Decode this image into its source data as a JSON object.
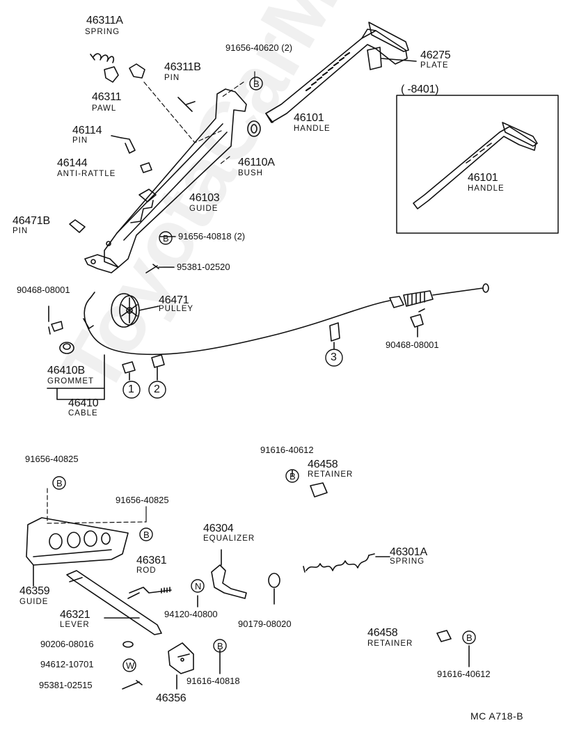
{
  "watermark": "ToyotaCarMine.ru",
  "footer_code": "MC  A718-B",
  "inset": {
    "range": "(      -8401)",
    "part_no": "46101",
    "part_name": "HANDLE"
  },
  "callouts": {
    "one": "1",
    "two": "2",
    "three": "3",
    "b": "B",
    "n": "N",
    "w": "W"
  },
  "parts": {
    "p46311A": {
      "no": "46311A",
      "name": "SPRING"
    },
    "p46311": {
      "no": "46311",
      "name": "PAWL"
    },
    "p46311B": {
      "no": "46311B",
      "name": "PIN"
    },
    "p91656_40620": {
      "no": "91656-40620 (2)"
    },
    "p46275": {
      "no": "46275",
      "name": "PLATE"
    },
    "p46101": {
      "no": "46101",
      "name": "HANDLE"
    },
    "p46114": {
      "no": "46114",
      "name": "PIN"
    },
    "p46144": {
      "no": "46144",
      "name": "ANTI-RATTLE"
    },
    "p46110A": {
      "no": "46110A",
      "name": "BUSH"
    },
    "p46103": {
      "no": "46103",
      "name": "GUIDE"
    },
    "p46471B": {
      "no": "46471B",
      "name": "PIN"
    },
    "p91656_40818": {
      "no": "91656-40818 (2)"
    },
    "p95381_02520": {
      "no": "95381-02520"
    },
    "p90468_08001a": {
      "no": "90468-08001"
    },
    "p46471": {
      "no": "46471",
      "name": "PULLEY"
    },
    "p90468_08001b": {
      "no": "90468-08001"
    },
    "p46410B": {
      "no": "46410B",
      "name": "GROMMET"
    },
    "p46410": {
      "no": "46410",
      "name": "CABLE"
    },
    "p91656_40825a": {
      "no": "91656-40825"
    },
    "p91656_40825b": {
      "no": "91656-40825"
    },
    "p91616_40612a": {
      "no": "91616-40612"
    },
    "p46458a": {
      "no": "46458",
      "name": "RETAINER"
    },
    "p46304": {
      "no": "46304",
      "name": "EQUALIZER"
    },
    "p46361": {
      "no": "46361",
      "name": "ROD"
    },
    "p46301A": {
      "no": "46301A",
      "name": "SPRING"
    },
    "p46359": {
      "no": "46359",
      "name": "GUIDE"
    },
    "p94120_40800": {
      "no": "94120-40800"
    },
    "p90179_08020": {
      "no": "90179-08020"
    },
    "p46321": {
      "no": "46321",
      "name": "LEVER"
    },
    "p90206_08016": {
      "no": "90206-08016"
    },
    "p94612_10701": {
      "no": "94612-10701"
    },
    "p91616_40818": {
      "no": "91616-40818"
    },
    "p46458b": {
      "no": "46458",
      "name": "RETAINER"
    },
    "p91616_40612b": {
      "no": "91616-40612"
    },
    "p95381_02515": {
      "no": "95381-02515"
    },
    "p46356": {
      "no": "46356"
    }
  }
}
